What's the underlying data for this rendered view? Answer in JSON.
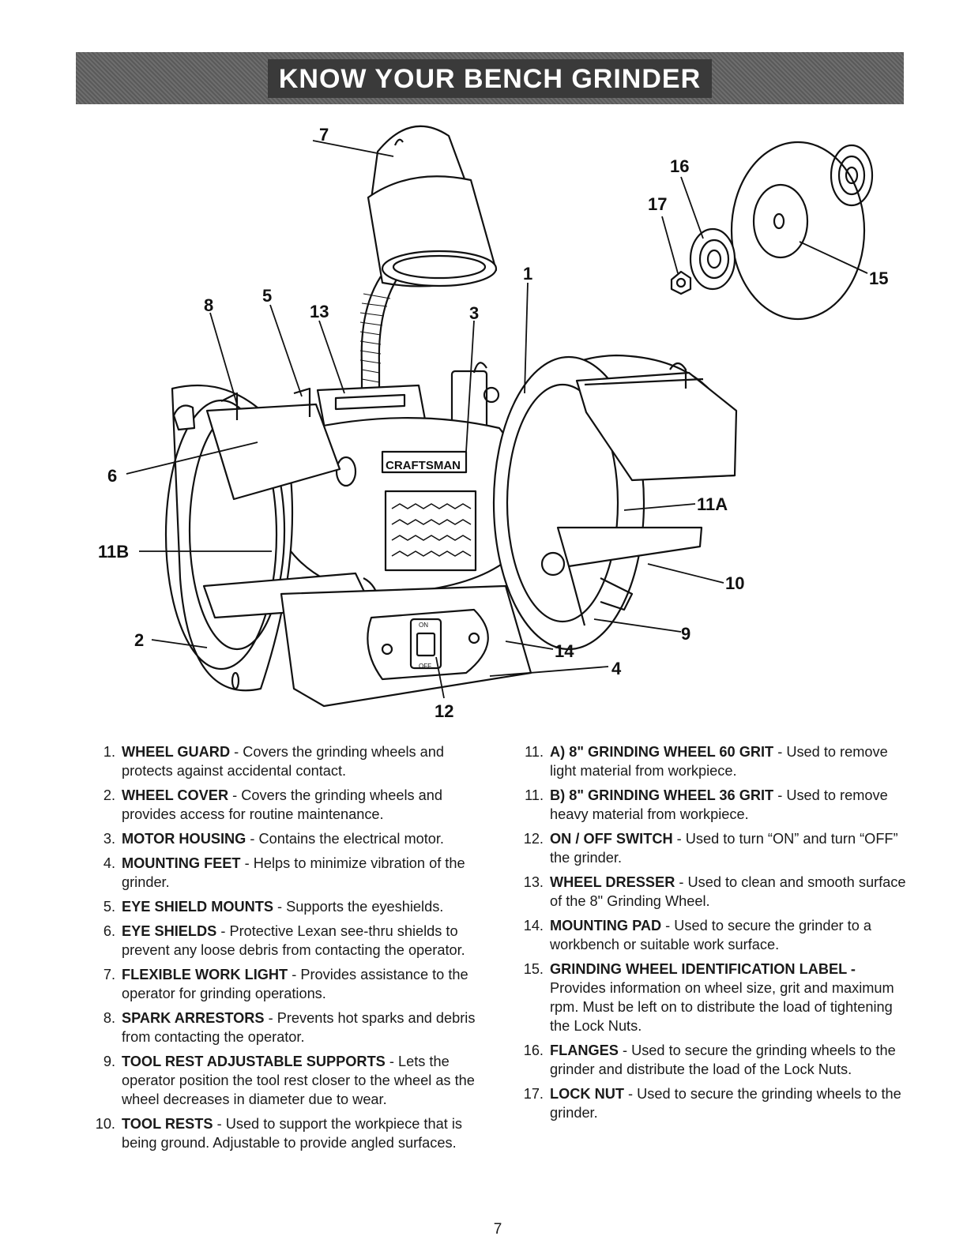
{
  "title": "KNOW YOUR BENCH GRINDER",
  "diagram": {
    "brand_label": "CRAFTSMAN",
    "switch_on": "ON",
    "switch_off": "OFF",
    "callouts": [
      "7",
      "16",
      "17",
      "15",
      "1",
      "8",
      "5",
      "13",
      "3",
      "6",
      "11A",
      "11B",
      "10",
      "2",
      "9",
      "14",
      "4",
      "12"
    ]
  },
  "parts_left": [
    {
      "num": "1.",
      "term": "WHEEL GUARD",
      "desc": " - Covers the grinding wheels and protects against accidental contact."
    },
    {
      "num": "2.",
      "term": "WHEEL COVER",
      "desc": " - Covers the grinding wheels and provides access for routine maintenance."
    },
    {
      "num": "3.",
      "term": "MOTOR HOUSING",
      "desc": " - Contains the electrical motor."
    },
    {
      "num": "4.",
      "term": "MOUNTING FEET",
      "desc": " - Helps to minimize vibration of the grinder."
    },
    {
      "num": "5.",
      "term": "EYE SHIELD MOUNTS",
      "desc": " - Supports the eyeshields."
    },
    {
      "num": "6.",
      "term": "EYE SHIELDS",
      "desc": " - Protective Lexan see-thru shields to prevent any loose debris from contacting the operator."
    },
    {
      "num": "7.",
      "term": "FLEXIBLE WORK LIGHT",
      "desc": " - Provides assistance to the operator for grinding operations."
    },
    {
      "num": "8.",
      "term": "SPARK ARRESTORS",
      "desc": " - Prevents hot sparks and debris from contacting the operator."
    },
    {
      "num": "9.",
      "term": "TOOL REST ADJUSTABLE SUPPORTS",
      "desc": " - Lets the operator position the tool rest closer to the wheel as the wheel decreases in diameter due to wear."
    },
    {
      "num": "10.",
      "term": "TOOL RESTS",
      "desc": " - Used to support the workpiece that is being ground. Adjustable to provide angled surfaces."
    }
  ],
  "parts_right": [
    {
      "num": "11.",
      "term": "A) 8\" GRINDING WHEEL 60 GRIT",
      "desc": " - Used to remove light material from workpiece."
    },
    {
      "num": "11.",
      "term": "B) 8\" GRINDING WHEEL 36 GRIT",
      "desc": " - Used to remove heavy material from workpiece."
    },
    {
      "num": "12.",
      "term": "ON / OFF SWITCH",
      "desc": " - Used to turn “ON” and turn “OFF” the grinder."
    },
    {
      "num": "13.",
      "term": "WHEEL DRESSER",
      "desc": " - Used to clean and smooth surface of the 8\" Grinding Wheel."
    },
    {
      "num": "14.",
      "term": "MOUNTING PAD",
      "desc": " - Used to secure the grinder to a workbench or suitable work surface."
    },
    {
      "num": "15.",
      "term": "GRINDING WHEEL IDENTIFICATION LABEL -",
      "desc": " Provides information on wheel size, grit and maximum rpm. Must be left on to distribute the load of tightening the Lock Nuts."
    },
    {
      "num": "16.",
      "term": "FLANGES",
      "desc": " - Used to secure the grinding wheels to the grinder and distribute the load of the Lock Nuts."
    },
    {
      "num": "17.",
      "term": "LOCK NUT",
      "desc": " - Used to secure the grinding wheels to the grinder."
    }
  ],
  "page_number": "7"
}
